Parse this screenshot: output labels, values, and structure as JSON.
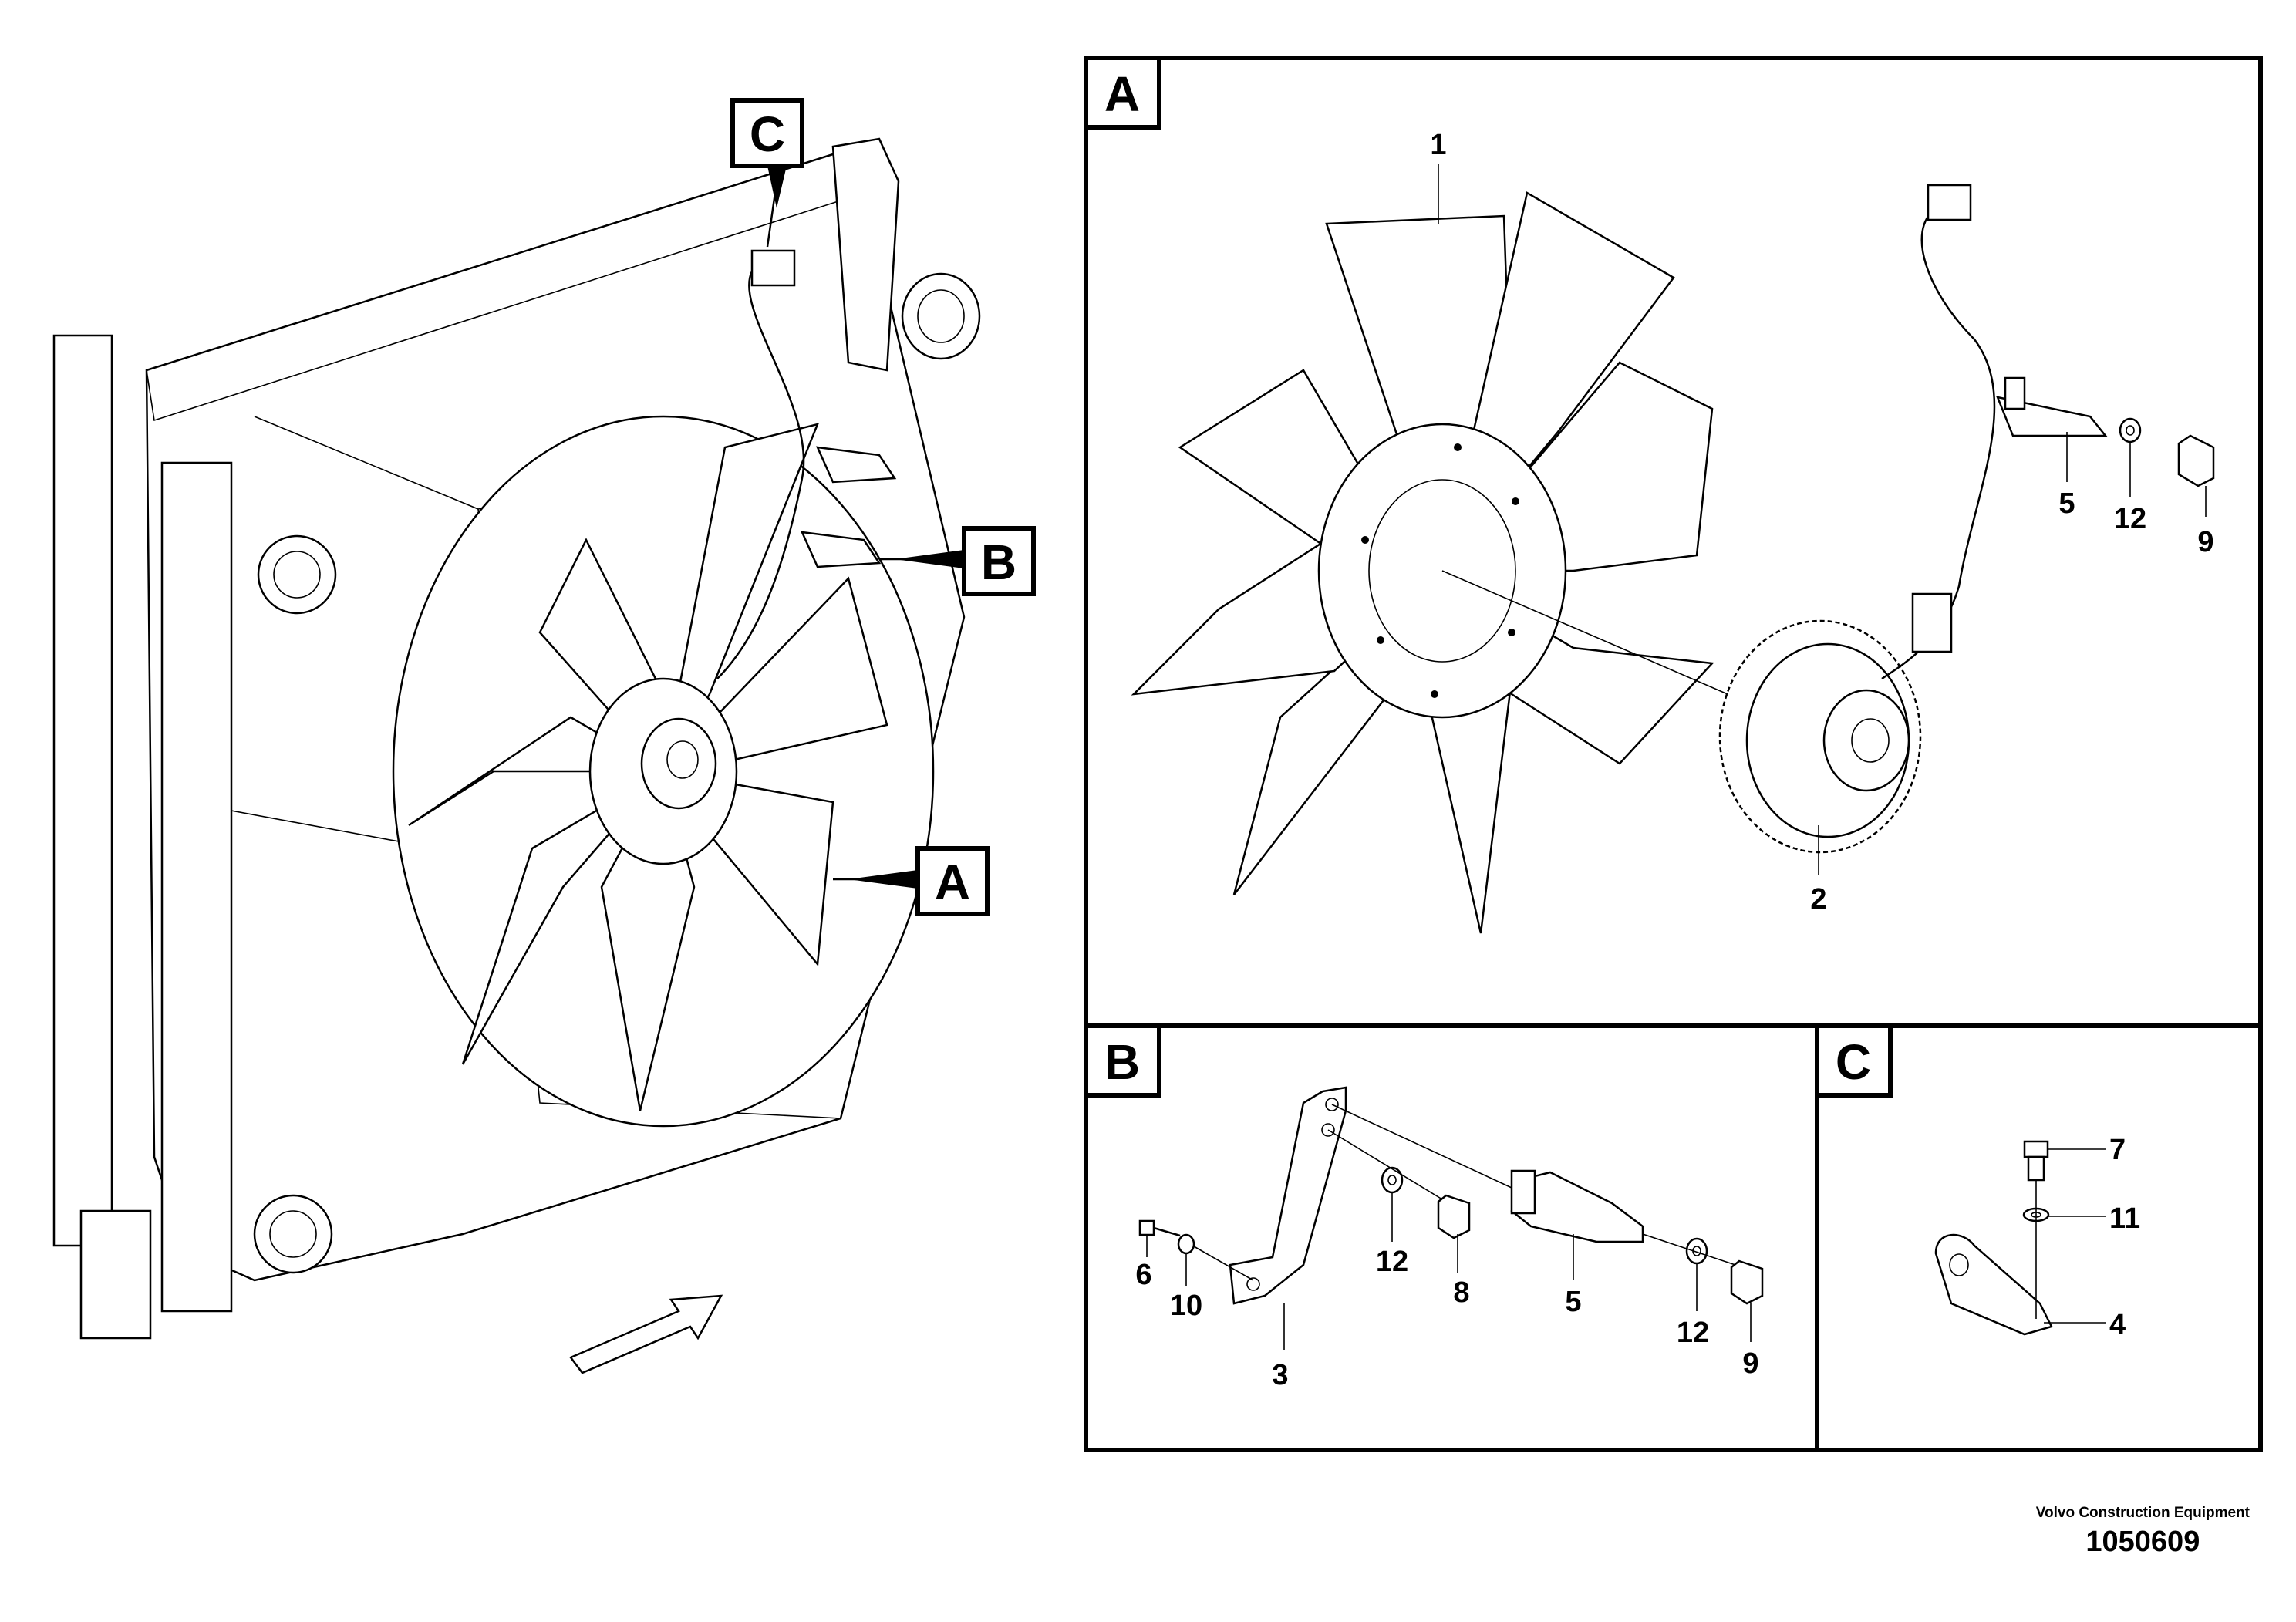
{
  "panels": {
    "A": "A",
    "B": "B",
    "C": "C"
  },
  "callouts": {
    "overview_C": "C",
    "overview_B": "B",
    "overview_A": "A"
  },
  "parts": {
    "p1": "1",
    "p2": "2",
    "p3": "3",
    "p4": "4",
    "p5a": "5",
    "p5b": "5",
    "p6": "6",
    "p7": "7",
    "p8": "8",
    "p9a": "9",
    "p9b": "9",
    "p10": "10",
    "p11": "11",
    "p12a": "12",
    "p12b": "12",
    "p12c": "12"
  },
  "footer": {
    "manufacturer": "Volvo Construction Equipment",
    "drawing_number": "1050609"
  }
}
